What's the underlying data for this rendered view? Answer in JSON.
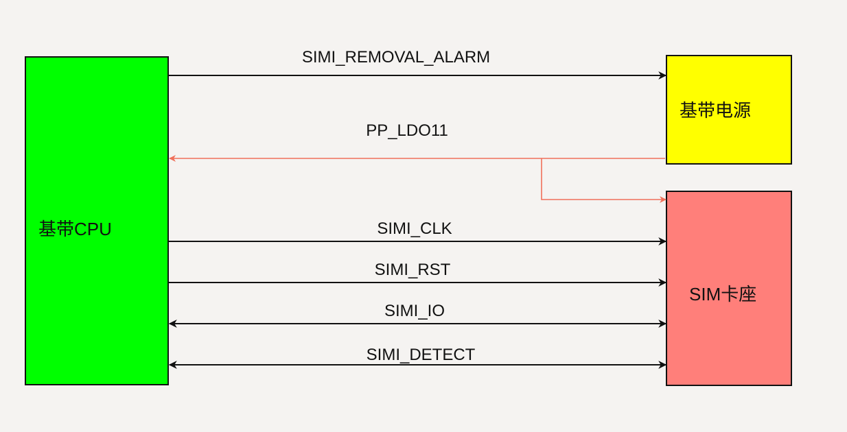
{
  "diagram": {
    "background": "#f5f3f1",
    "blocks": {
      "cpu": {
        "label": "基带CPU",
        "color": "#00ff00"
      },
      "power": {
        "label": "基带电源",
        "color": "#ffff00"
      },
      "sim": {
        "label": "SIM卡座",
        "color": "#ff7f7a"
      }
    },
    "signals": [
      {
        "name": "SIMI_REMOVAL_ALARM",
        "from": "基带CPU",
        "to": "基带电源",
        "direction": "cpu-to-power",
        "color": "#111111"
      },
      {
        "name": "PP_LDO11",
        "from": "基带电源",
        "to": [
          "基带CPU",
          "SIM卡座"
        ],
        "direction": "power-to-cpu-and-sim",
        "color": "#f0705a"
      },
      {
        "name": "SIMI_CLK",
        "from": "基带CPU",
        "to": "SIM卡座",
        "direction": "cpu-to-sim",
        "color": "#111111"
      },
      {
        "name": "SIMI_RST",
        "from": "基带CPU",
        "to": "SIM卡座",
        "direction": "cpu-to-sim",
        "color": "#111111"
      },
      {
        "name": "SIMI_IO",
        "from": "基带CPU",
        "to": "SIM卡座",
        "direction": "bidirectional",
        "color": "#111111"
      },
      {
        "name": "SIMI_DETECT",
        "from": "基带CPU",
        "to": "SIM卡座",
        "direction": "bidirectional",
        "color": "#111111"
      }
    ]
  }
}
